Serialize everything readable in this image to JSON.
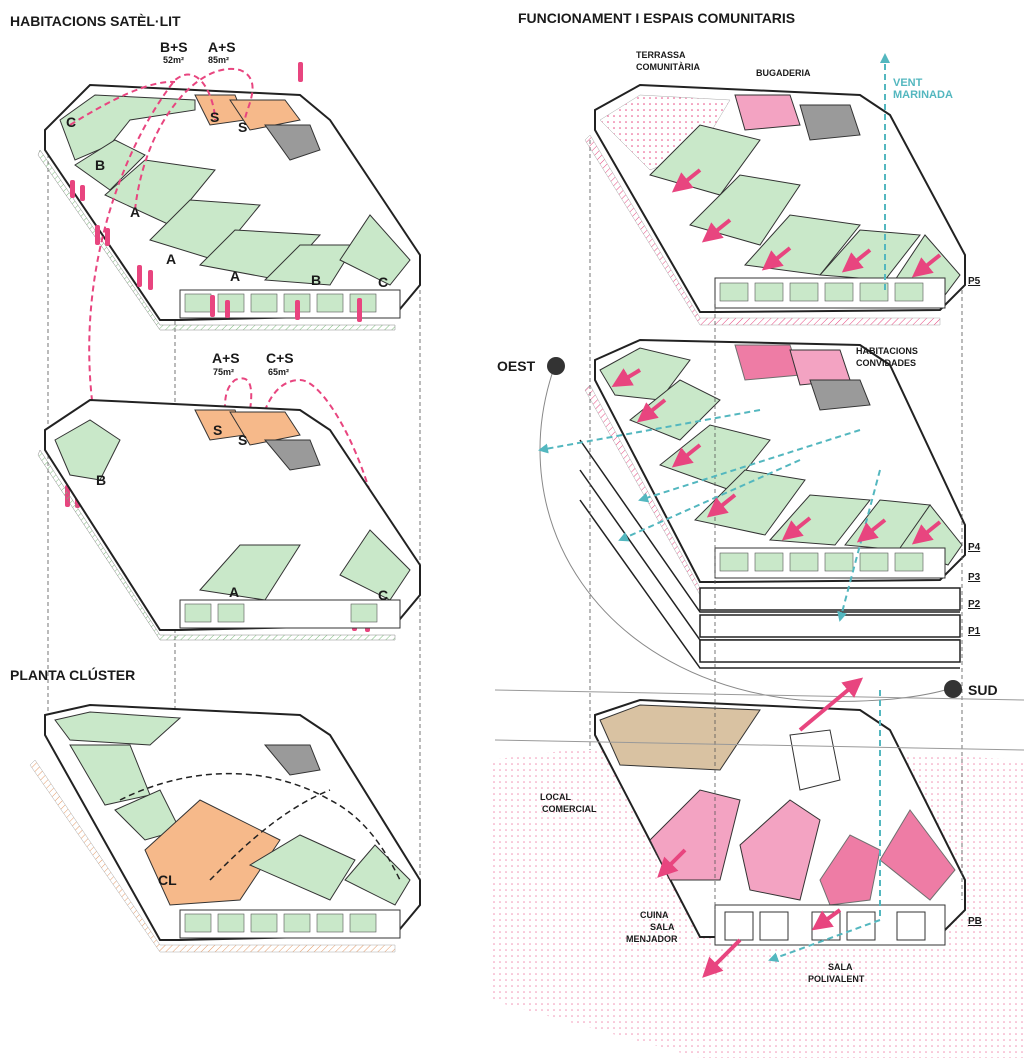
{
  "titles": {
    "left_top": "HABITACIONS SATÈL·LIT",
    "left_bottom": "PLANTA CLÚSTER",
    "right_top": "FUNCIONAMENT I ESPAIS COMUNITARIS"
  },
  "left_top": {
    "combo1": {
      "label": "B+S",
      "area": "52m²"
    },
    "combo2": {
      "label": "A+S",
      "area": "85m²"
    },
    "units": {
      "s1": "S",
      "s2": "S",
      "c1": "C",
      "b1": "B",
      "a1": "A",
      "a2": "A",
      "a3": "A",
      "b2": "B",
      "c2": "C"
    }
  },
  "left_mid": {
    "combo1": {
      "label": "A+S",
      "area": "75m²"
    },
    "combo2": {
      "label": "C+S",
      "area": "65m²"
    },
    "units": {
      "s1": "S",
      "s2": "S",
      "b": "B",
      "a": "A",
      "c": "C"
    }
  },
  "left_bottom": {
    "cluster": "CL"
  },
  "right_top": {
    "terrace": "TERRASSA COMUNITÀRIA",
    "laundry": "BUGADERIA",
    "wind": "VENT MARINADA",
    "guests": "HABITACIONS CONVIDADES",
    "west": "OEST",
    "south": "SUD",
    "floors": [
      "P5",
      "P4",
      "P3",
      "P2",
      "P1",
      "PB"
    ]
  },
  "ground": {
    "shop": "LOCAL COMERCIAL",
    "kitchen": "CUINA SALA MENJADOR",
    "hall": "SALA POLIVALENT"
  },
  "colors": {
    "green": "#c9e8c9",
    "pink": "#e8457f",
    "orange": "#f6b98a",
    "teal": "#53b7bf",
    "grey": "#9a9a9a"
  }
}
